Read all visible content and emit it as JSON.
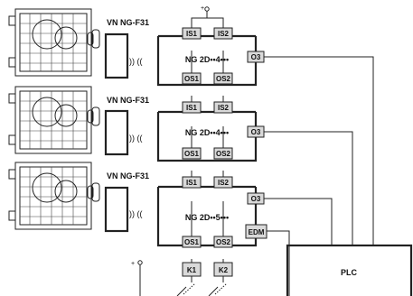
{
  "power_symbol": "+",
  "devices": [
    {
      "transmitter_label": "VN NG-F31",
      "module_label": "NG 2D••4•••",
      "inputs": [
        "IS1",
        "IS2"
      ],
      "outputs": [
        "OS1",
        "OS2"
      ],
      "aux_output": "O3",
      "signal": ")) (("
    },
    {
      "transmitter_label": "VN NG-F31",
      "module_label": "NG 2D••4•••",
      "inputs": [
        "IS1",
        "IS2"
      ],
      "outputs": [
        "OS1",
        "OS2"
      ],
      "aux_output": "O3",
      "signal": ")) (("
    },
    {
      "transmitter_label": "VN NG-F31",
      "module_label": "NG 2D••5•••",
      "inputs": [
        "IS1",
        "IS2"
      ],
      "outputs": [
        "OS1",
        "OS2"
      ],
      "aux_output": "O3",
      "edm_label": "EDM",
      "signal": ")) (("
    }
  ],
  "relays": [
    "K1",
    "K2"
  ],
  "plc_label": "PLC"
}
